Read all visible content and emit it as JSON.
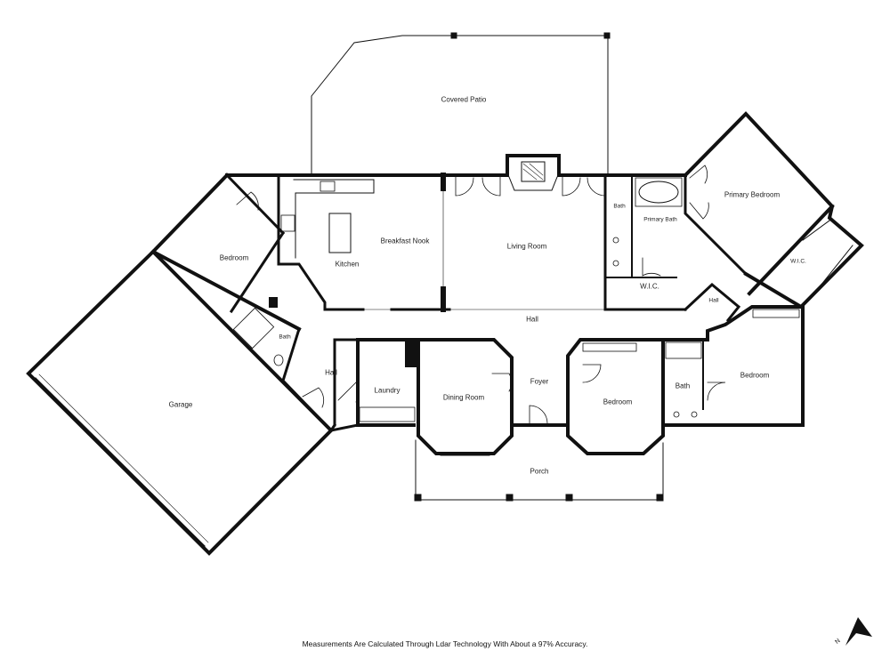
{
  "rooms": {
    "covered_patio": "Covered Patio",
    "bedroom_west": "Bedroom",
    "kitchen": "Kitchen",
    "breakfast_nook": "Breakfast Nook",
    "living_room": "Living Room",
    "bath_primary_small": "Bath",
    "primary_bath": "Primary Bath",
    "primary_bedroom": "Primary Bedroom",
    "wic_primary": "W.I.C.",
    "wic_east": "W.I.C.",
    "hall_east": "Hall",
    "hall_center": "Hall",
    "bath_west": "Bath",
    "hall_west": "Hall",
    "laundry": "Laundry",
    "dining_room": "Dining Room",
    "foyer": "Foyer",
    "bedroom_center": "Bedroom",
    "bath_east": "Bath",
    "bedroom_east": "Bedroom",
    "garage": "Garage",
    "porch": "Porch"
  },
  "footer": {
    "note": "Measurements Are Calculated Through Ldar Technology With About a 97% Accuracy."
  },
  "compass": {
    "letter": "N"
  }
}
